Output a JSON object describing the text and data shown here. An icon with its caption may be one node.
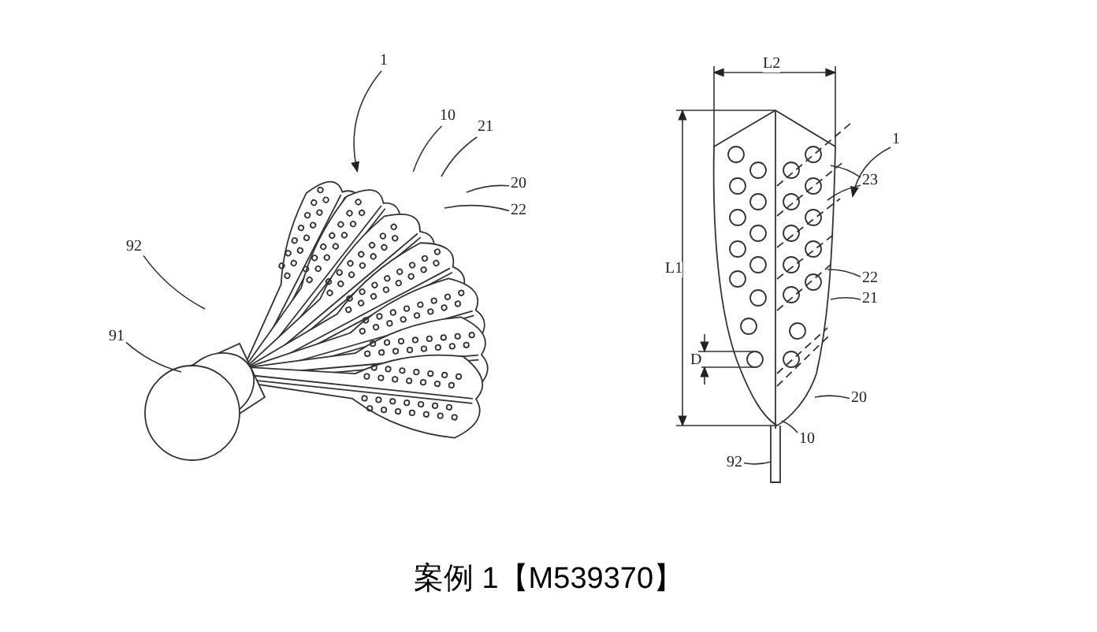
{
  "diagram": {
    "caption": "案例 1【M539370】",
    "nodes": [
      {
        "text": [
          "1"
        ]
      },
      {
        "text": [
          "10"
        ]
      },
      {
        "text": [
          "21"
        ]
      },
      {
        "text": [
          "20"
        ]
      },
      {
        "text": [
          "22"
        ]
      },
      {
        "text": [
          "92"
        ]
      },
      {
        "text": [
          "91"
        ]
      },
      {
        "text": [
          "1"
        ]
      },
      {
        "text": [
          "23"
        ]
      },
      {
        "text": [
          "22"
        ]
      },
      {
        "text": [
          "21"
        ]
      },
      {
        "text": [
          "20"
        ]
      },
      {
        "text": [
          "10"
        ]
      },
      {
        "text": [
          "92"
        ]
      },
      {
        "text": [],
        "shape": "picture"
      },
      {
        "text": [],
        "shape": "picture"
      }
    ],
    "edges": [
      {
        "from": 0,
        "to": 14,
        "arrow": "to"
      },
      {
        "from": 1,
        "to": 14,
        "arrow": "none"
      },
      {
        "from": 2,
        "to": 14,
        "arrow": "none"
      },
      {
        "from": 3,
        "to": 14,
        "arrow": "none"
      },
      {
        "from": 4,
        "to": 14,
        "arrow": "none"
      },
      {
        "from": 5,
        "to": 14,
        "arrow": "none"
      },
      {
        "from": 6,
        "to": 14,
        "arrow": "none"
      },
      {
        "from": 7,
        "to": 15,
        "arrow": "to"
      },
      {
        "from": 8,
        "to": 15,
        "arrow": "none"
      },
      {
        "from": 8,
        "to": 15,
        "arrow": "none"
      },
      {
        "from": 9,
        "to": 15,
        "arrow": "none"
      },
      {
        "from": 10,
        "to": 15,
        "arrow": "none"
      },
      {
        "from": 11,
        "to": 15,
        "arrow": "none"
      },
      {
        "from": 12,
        "to": 15,
        "arrow": "none"
      },
      {
        "from": 13,
        "to": 15,
        "arrow": "none"
      }
    ],
    "labels": [
      "L2",
      "L1",
      "D"
    ]
  }
}
